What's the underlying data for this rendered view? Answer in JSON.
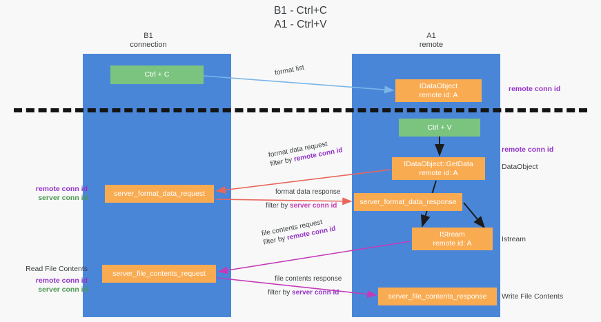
{
  "title": "B1 - Ctrl+C\nA1 - Ctrl+V",
  "lanes": {
    "left": {
      "label": "B1\nconnection",
      "color": "#4a86d8"
    },
    "right": {
      "label": "A1\nremote",
      "color": "#4a86d8"
    }
  },
  "divider": {
    "style": "dashed",
    "color": "#141414"
  },
  "nodes": {
    "ctrl_c": {
      "label": "Ctrl + C",
      "color": "#7bc47f"
    },
    "idataobject": {
      "label": "IDataObject\nremote id: A",
      "color": "#f9ab52"
    },
    "ctrl_v": {
      "label": "Ctrl + V",
      "color": "#7bc47f"
    },
    "getdata": {
      "label": "IDataObject::GetData\nremote id: A",
      "color": "#f9ab52"
    },
    "server_format_data_request": {
      "label": "server_format_data_request",
      "color": "#f9ab52"
    },
    "server_format_data_response": {
      "label": "server_format_data_response",
      "color": "#f9ab52"
    },
    "istream": {
      "label": "IStream\nremote id: A",
      "color": "#f9ab52"
    },
    "server_file_contents_request": {
      "label": "server_file_contents_request",
      "color": "#f9ab52"
    },
    "server_file_contents_response": {
      "label": "server_file_contents_response",
      "color": "#f9ab52"
    }
  },
  "edges": [
    {
      "name": "format-list",
      "label": "format list",
      "filter": "",
      "color": "#7ab6e8"
    },
    {
      "name": "format-data-request",
      "label": "format data request",
      "filter_prefix": "filter by ",
      "filter": "remote conn id",
      "filter_color": "#9334c6",
      "color": "#e8675a"
    },
    {
      "name": "format-data-response",
      "label": "format data response",
      "filter_prefix": "filter by ",
      "filter": "server conn id",
      "filter_color": "#c23bb0",
      "color": "#e8675a"
    },
    {
      "name": "file-contents-request",
      "label": "file contents request",
      "filter_prefix": "filter by ",
      "filter": "remote conn id",
      "filter_color": "#9334c6",
      "color": "#c33bb8"
    },
    {
      "name": "file-contents-response",
      "label": "file contents response",
      "filter_prefix": "filter by ",
      "filter": "server conn id",
      "filter_color": "#9334c6",
      "color": "#c33bb8"
    }
  ],
  "annotations": {
    "right_remote_top": "remote conn id",
    "right_remote_mid": "remote conn id",
    "right_dataobject": "DataObject",
    "right_istream": "Istream",
    "right_write_file": "Write File Contents",
    "left_remote": "remote conn id",
    "left_server": "server conn id",
    "left_read_file": "Read File Contents",
    "left_remote_bottom": "remote conn id",
    "left_server_bottom": "server conn id"
  },
  "colors": {
    "purple": "#9334c6",
    "green_text": "#4f9a52",
    "magenta": "#c23bb0",
    "lane_blue": "#4a86d8",
    "orange": "#f9ab52",
    "green_box": "#7bc47f",
    "red_arrow": "#e8675a",
    "blue_arrow": "#7ab6e8"
  }
}
